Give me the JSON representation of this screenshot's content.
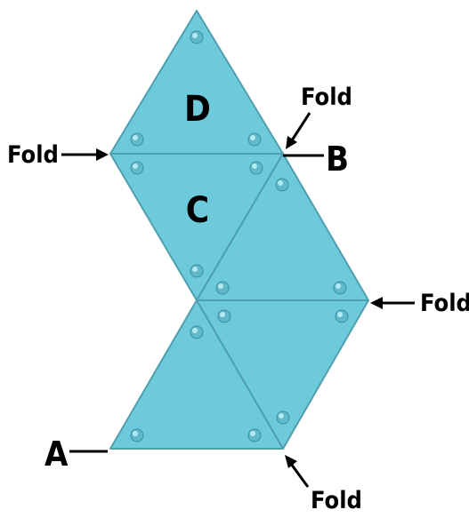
{
  "triangle_labels": {
    "d": "D",
    "c": "C"
  },
  "point_labels": {
    "a": "A",
    "b": "B"
  },
  "fold_labels": {
    "left": "Fold",
    "top_right": "Fold",
    "right": "Fold",
    "bottom": "Fold"
  },
  "colors": {
    "face": "#6ccadb",
    "edge": "#4f9fae"
  }
}
